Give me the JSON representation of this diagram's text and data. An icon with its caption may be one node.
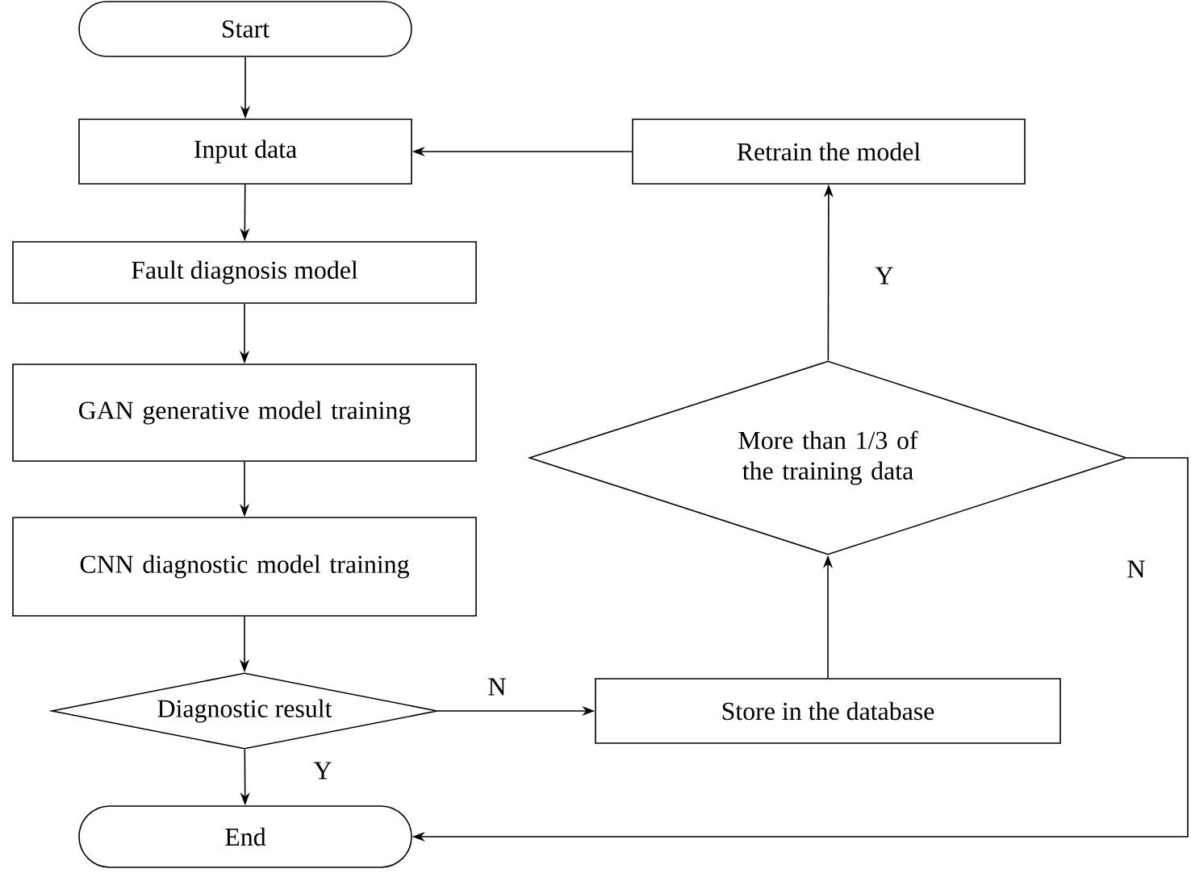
{
  "diagram": {
    "nodes": [
      {
        "text": [
          "Start"
        ]
      },
      {
        "text": [
          "Input data"
        ]
      },
      {
        "text": [
          "Fault diagnosis model"
        ]
      },
      {
        "text": [
          "GAN generative model training"
        ]
      },
      {
        "text": [
          "CNN diagnostic model training"
        ]
      },
      {
        "text": [
          "Diagnostic result"
        ]
      },
      {
        "text": [
          "End"
        ]
      },
      {
        "text": [
          "Retrain the model"
        ]
      },
      {
        "text": [
          "More than 1/3 of the training data"
        ]
      },
      {
        "text": [
          "Store in the database"
        ]
      }
    ],
    "edges": [
      {
        "from": 0,
        "to": 1,
        "arrow": "to"
      },
      {
        "from": 1,
        "to": 2,
        "arrow": "to"
      },
      {
        "from": 2,
        "to": 3,
        "arrow": "to"
      },
      {
        "from": 3,
        "to": 4,
        "arrow": "to"
      },
      {
        "from": 4,
        "to": 5,
        "arrow": "to"
      },
      {
        "from": 5,
        "to": 6,
        "arrow": "to",
        "label": "Y"
      },
      {
        "from": 5,
        "to": 9,
        "arrow": "to",
        "label": "N"
      },
      {
        "from": 9,
        "to": 8,
        "arrow": "to"
      },
      {
        "from": 8,
        "to": 7,
        "arrow": "to",
        "label": "Y"
      },
      {
        "from": 7,
        "to": 1,
        "arrow": "to"
      },
      {
        "from": 8,
        "to": 6,
        "arrow": "to",
        "label": "N"
      }
    ]
  }
}
